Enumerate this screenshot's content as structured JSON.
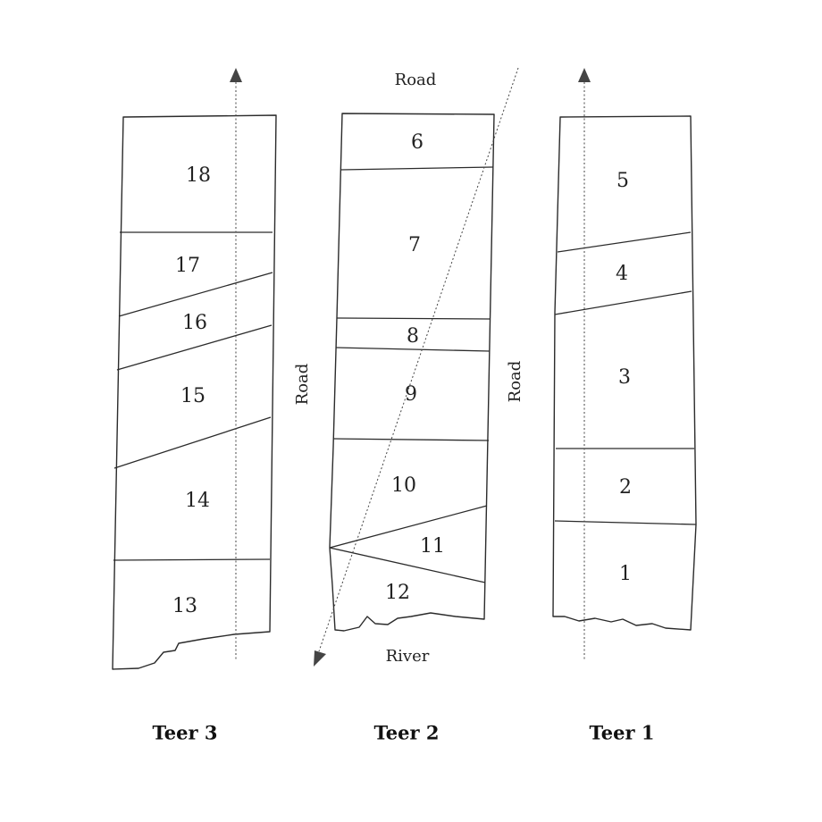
{
  "labels": {
    "road_top": "Road",
    "road_left": "Road",
    "road_right": "Road",
    "river": "River"
  },
  "teers": [
    {
      "label": "Teer 3",
      "plots": [
        "13",
        "14",
        "15",
        "16",
        "17",
        "18"
      ]
    },
    {
      "label": "Teer 2",
      "plots": [
        "6",
        "7",
        "8",
        "9",
        "10",
        "11",
        "12"
      ]
    },
    {
      "label": "Teer 1",
      "plots": [
        "1",
        "2",
        "3",
        "4",
        "5"
      ]
    }
  ],
  "colors": {
    "line": "#2b2b2b",
    "text": "#222222",
    "background": "#ffffff"
  },
  "icons": {
    "arrow": "arrow-head-icon"
  }
}
